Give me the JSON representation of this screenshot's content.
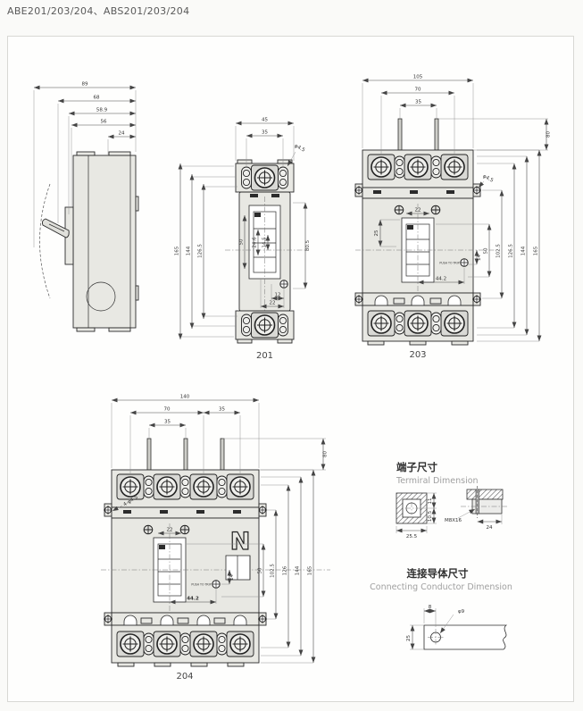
{
  "page": {
    "title": "ABE201/203/204、ABS201/203/204"
  },
  "side_view": {
    "dims": {
      "d89": "89",
      "d68": "68",
      "d58_9": "58.9",
      "d56": "56",
      "d24": "24"
    }
  },
  "d201": {
    "label": "201",
    "dims": {
      "w45": "45",
      "w35": "35",
      "hole": "φ4.5",
      "h165": "165",
      "h144": "144",
      "h126_5": "126.5",
      "h50": "50",
      "h24_6": "24.6",
      "h14_5": "14.5",
      "h80_5": "80.5",
      "b12": "12",
      "b22": "22"
    }
  },
  "d203": {
    "label": "203",
    "push_to_trip": "PUSH TO TRIP",
    "dims": {
      "w105": "105",
      "w70": "70",
      "w35": "35",
      "h80": "80",
      "t22": "22",
      "h25": "25",
      "w44_2": "44.2",
      "h14": "14",
      "h50": "50",
      "h102_5": "102.5",
      "h126_5": "126.5",
      "h144": "144",
      "h165": "165",
      "hole": "φ4.5"
    }
  },
  "d204": {
    "label": "204",
    "n_marking": "N",
    "push_to_trip": "PUSH TO TRIP",
    "dims": {
      "w140": "140",
      "w70": "70",
      "w35a": "35",
      "w35b": "35",
      "h80": "80",
      "t22": "22",
      "w44_2": "44.2",
      "h14": "14",
      "h50": "50",
      "h102_5": "102.5",
      "h126": "126",
      "h144": "144",
      "h165": "165",
      "hole": "4-φ4.5"
    }
  },
  "terminal": {
    "title_zh": "端子尺寸",
    "title_en": "Termiral Dimension",
    "dims": {
      "w25_5": "25.5",
      "h11": "11",
      "h10_5": "10.5",
      "screw": "M8X16",
      "w24": "24"
    }
  },
  "conductor": {
    "title_zh": "连接导体尺寸",
    "title_en": "Connecting Conductor Dimension",
    "dims": {
      "w8": "8",
      "hole": "φ9",
      "h25": "25"
    }
  }
}
